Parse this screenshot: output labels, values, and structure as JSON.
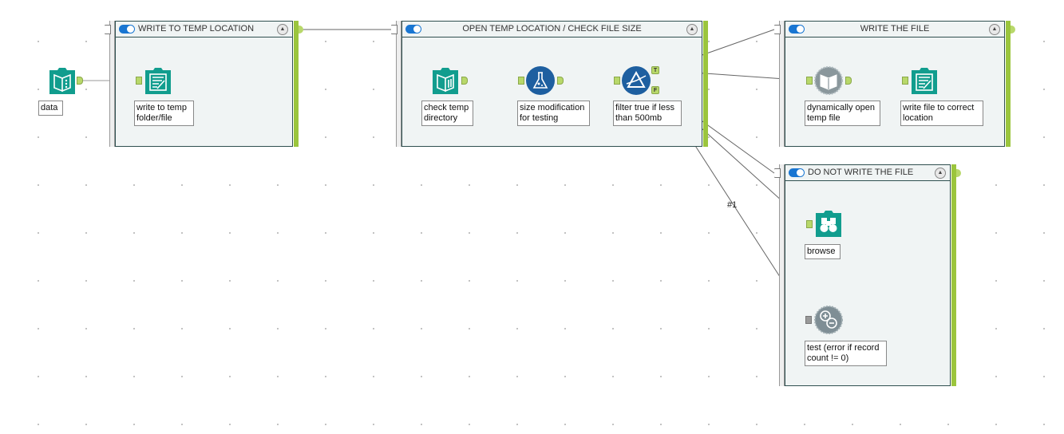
{
  "containers": [
    {
      "title": "WRITE TO TEMP LOCATION"
    },
    {
      "title": "OPEN TEMP LOCATION / CHECK FILE SIZE"
    },
    {
      "title": "WRITE THE FILE"
    },
    {
      "title": "DO NOT WRITE THE FILE"
    }
  ],
  "tools": {
    "data": "data",
    "write_temp": "write to temp folder/file",
    "check_temp": "check temp directory",
    "size_mod": "size modification for testing",
    "filter": "filter true if less than 500mb",
    "dyn_open": "dynamically open temp file",
    "write_file": "write file to correct location",
    "browse": "browse",
    "test": "test (error if record count != 0)"
  },
  "anchors": {
    "true": "T",
    "false": "F"
  },
  "connection_label": "#1",
  "colors": {
    "teal": "#119d8e",
    "blue": "#1e5fa0",
    "gray": "#7f8e95",
    "anchor": "#b8d86a",
    "container_bar": "#9bc53d"
  }
}
